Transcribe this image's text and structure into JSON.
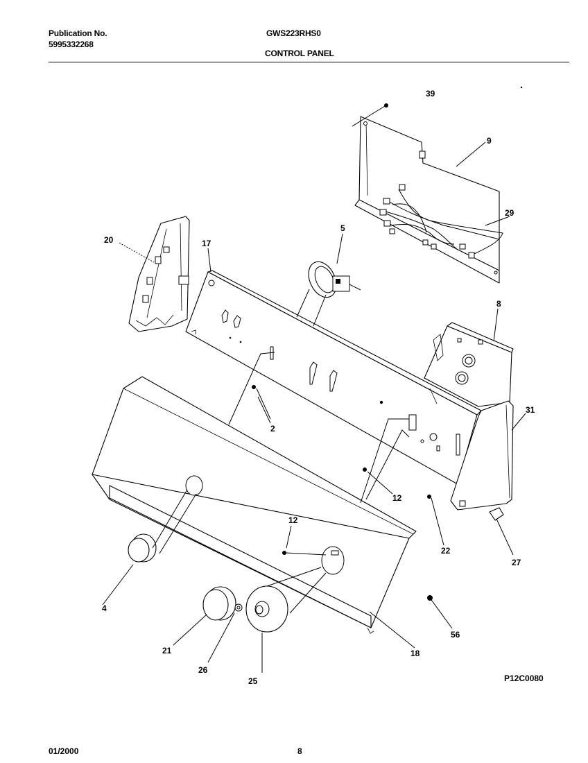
{
  "header": {
    "publication_label": "Publication No.",
    "publication_number": "5995332268",
    "model": "GWS223RHS0",
    "section_title": "CONTROL PANEL"
  },
  "diagram": {
    "part_labels": {
      "p39": "39",
      "p9": "9",
      "p29": "29",
      "p20": "20",
      "p17": "17",
      "p5": "5",
      "p8": "8",
      "p31": "31",
      "p2": "2",
      "p12a": "12",
      "p12b": "12",
      "p22": "22",
      "p27": "27",
      "p4": "4",
      "p21": "21",
      "p26": "26",
      "p25": "25",
      "p18": "18",
      "p56": "56"
    },
    "figure_code": "P12C0080"
  },
  "footer": {
    "date": "01/2000",
    "page_number": "8"
  }
}
